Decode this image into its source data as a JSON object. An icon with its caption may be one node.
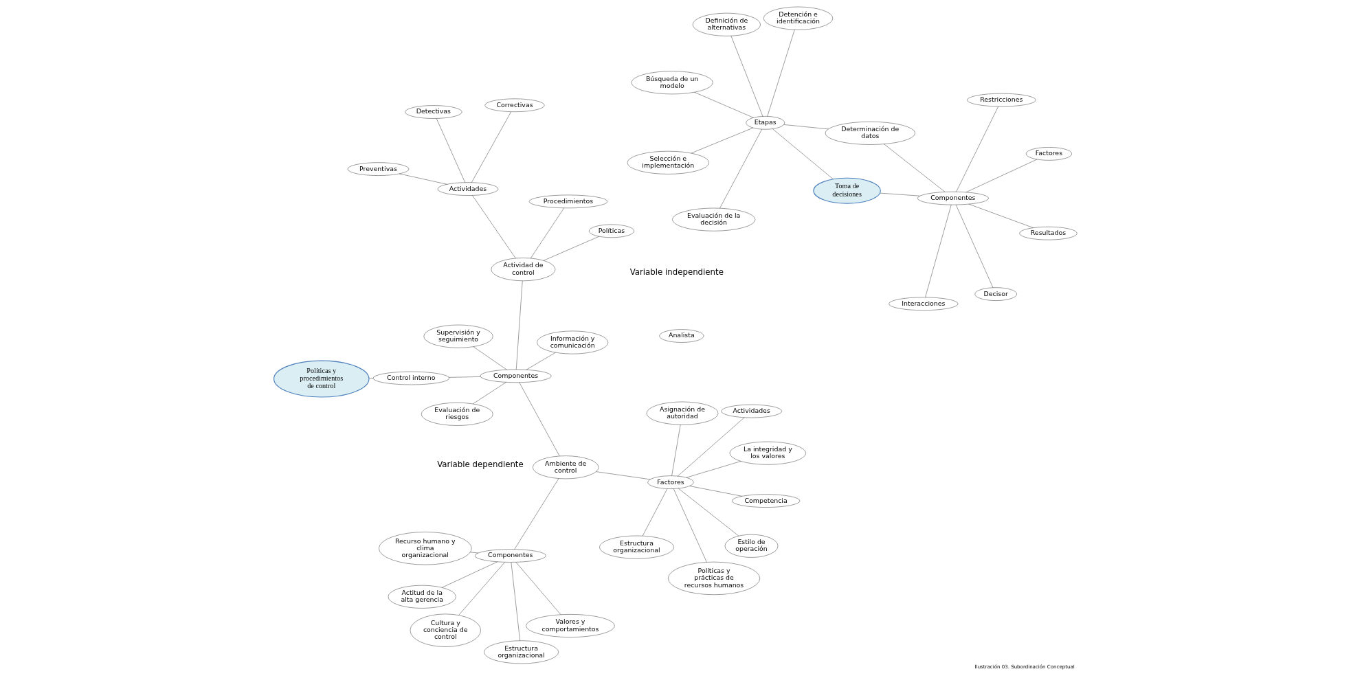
{
  "diagram": {
    "caption": "Ilustración 03. Subordinación Conceptual",
    "nodes": [
      {
        "text": [
          "Políticas y procedimientos de control"
        ]
      },
      {
        "text": [
          "Control interno"
        ]
      },
      {
        "text": [
          "Componentes"
        ]
      },
      {
        "text": [
          "Información y comunicación"
        ]
      },
      {
        "text": [
          "Ambiente de control"
        ]
      },
      {
        "text": [
          "Componentes"
        ]
      },
      {
        "text": [
          "Recurso humano y clima organizacional"
        ]
      },
      {
        "text": [
          "Valores y comportamientos"
        ]
      },
      {
        "text": [
          "Actitud de la alta gerencia"
        ]
      },
      {
        "text": [
          "Estructura organizacional"
        ]
      },
      {
        "text": [
          "Cultura y conciencia de control"
        ]
      },
      {
        "text": [
          "Factores"
        ]
      },
      {
        "text": [
          "Competencia"
        ]
      },
      {
        "text": [
          "La integridad y los valores"
        ]
      },
      {
        "text": [
          "Actividades"
        ]
      },
      {
        "text": [
          "Políticas y prácticas de recursos humanos"
        ]
      },
      {
        "text": [
          "Estilo de operación"
        ]
      },
      {
        "text": [
          "Asignación de autoridad"
        ]
      },
      {
        "text": [
          "Estructura organizacional"
        ]
      },
      {
        "text": [
          "Supervisión y seguimiento"
        ]
      },
      {
        "text": [
          "Evaluación de riesgos"
        ]
      },
      {
        "text": [
          "Actividad de control"
        ]
      },
      {
        "text": [
          "Políticas"
        ]
      },
      {
        "text": [
          "Procedimientos"
        ]
      },
      {
        "text": [
          "Actividades"
        ]
      },
      {
        "text": [
          "Correctivas"
        ]
      },
      {
        "text": [
          "Detectivas"
        ]
      },
      {
        "text": [
          "Preventivas"
        ]
      },
      {
        "text": [
          "Toma de decisiones"
        ]
      },
      {
        "text": [
          "Etapas"
        ]
      },
      {
        "text": [
          "Evaluación de la decisión"
        ]
      },
      {
        "text": [
          "Definición de alternativas"
        ]
      },
      {
        "text": [
          "Detención e identificación"
        ]
      },
      {
        "text": [
          "Búsqueda de un modelo"
        ]
      },
      {
        "text": [
          "Selección e implementación"
        ]
      },
      {
        "text": [
          "Determinación de datos"
        ]
      },
      {
        "text": [
          "Componentes"
        ]
      },
      {
        "text": [
          "Decisor"
        ]
      },
      {
        "text": [
          "Analista"
        ]
      },
      {
        "text": [
          "Interacciones"
        ]
      },
      {
        "text": [
          "Restricciones"
        ]
      },
      {
        "text": [
          "Resultados"
        ]
      },
      {
        "text": [
          "Factores"
        ]
      }
    ],
    "edges": [
      {
        "from": 0,
        "to": 1,
        "arrow": "none"
      },
      {
        "from": 1,
        "to": 2,
        "arrow": "none"
      },
      {
        "from": 2,
        "to": 3,
        "arrow": "none"
      },
      {
        "from": 2,
        "to": 4,
        "arrow": "none"
      },
      {
        "from": 2,
        "to": 19,
        "arrow": "none"
      },
      {
        "from": 2,
        "to": 20,
        "arrow": "none"
      },
      {
        "from": 2,
        "to": 21,
        "arrow": "none"
      },
      {
        "from": 4,
        "to": 5,
        "arrow": "none"
      },
      {
        "from": 4,
        "to": 11,
        "arrow": "none"
      },
      {
        "from": 5,
        "to": 6,
        "arrow": "none"
      },
      {
        "from": 5,
        "to": 7,
        "arrow": "none"
      },
      {
        "from": 5,
        "to": 8,
        "arrow": "none"
      },
      {
        "from": 5,
        "to": 9,
        "arrow": "none"
      },
      {
        "from": 5,
        "to": 10,
        "arrow": "none"
      },
      {
        "from": 11,
        "to": 12,
        "arrow": "none"
      },
      {
        "from": 11,
        "to": 13,
        "arrow": "none"
      },
      {
        "from": 11,
        "to": 14,
        "arrow": "none"
      },
      {
        "from": 11,
        "to": 15,
        "arrow": "none"
      },
      {
        "from": 11,
        "to": 16,
        "arrow": "none"
      },
      {
        "from": 11,
        "to": 17,
        "arrow": "none"
      },
      {
        "from": 11,
        "to": 18,
        "arrow": "none"
      },
      {
        "from": 21,
        "to": 22,
        "arrow": "none"
      },
      {
        "from": 21,
        "to": 23,
        "arrow": "none"
      },
      {
        "from": 21,
        "to": 24,
        "arrow": "none"
      },
      {
        "from": 24,
        "to": 25,
        "arrow": "none"
      },
      {
        "from": 24,
        "to": 26,
        "arrow": "none"
      },
      {
        "from": 24,
        "to": 27,
        "arrow": "none"
      },
      {
        "from": 28,
        "to": 29,
        "arrow": "none"
      },
      {
        "from": 29,
        "to": 30,
        "arrow": "none"
      },
      {
        "from": 29,
        "to": 31,
        "arrow": "none"
      },
      {
        "from": 29,
        "to": 32,
        "arrow": "none"
      },
      {
        "from": 29,
        "to": 33,
        "arrow": "none"
      },
      {
        "from": 29,
        "to": 34,
        "arrow": "none"
      },
      {
        "from": 29,
        "to": 35,
        "arrow": "none"
      },
      {
        "from": 28,
        "to": 36,
        "arrow": "none"
      },
      {
        "from": 35,
        "to": 36,
        "arrow": "none"
      },
      {
        "from": 36,
        "to": 37,
        "arrow": "none"
      },
      {
        "from": 36,
        "to": 39,
        "arrow": "none"
      },
      {
        "from": 36,
        "to": 40,
        "arrow": "none"
      },
      {
        "from": 36,
        "to": 41,
        "arrow": "none"
      },
      {
        "from": 36,
        "to": 42,
        "arrow": "none"
      }
    ],
    "labels": [
      "Variable independiente",
      "Variable dependiente"
    ]
  }
}
